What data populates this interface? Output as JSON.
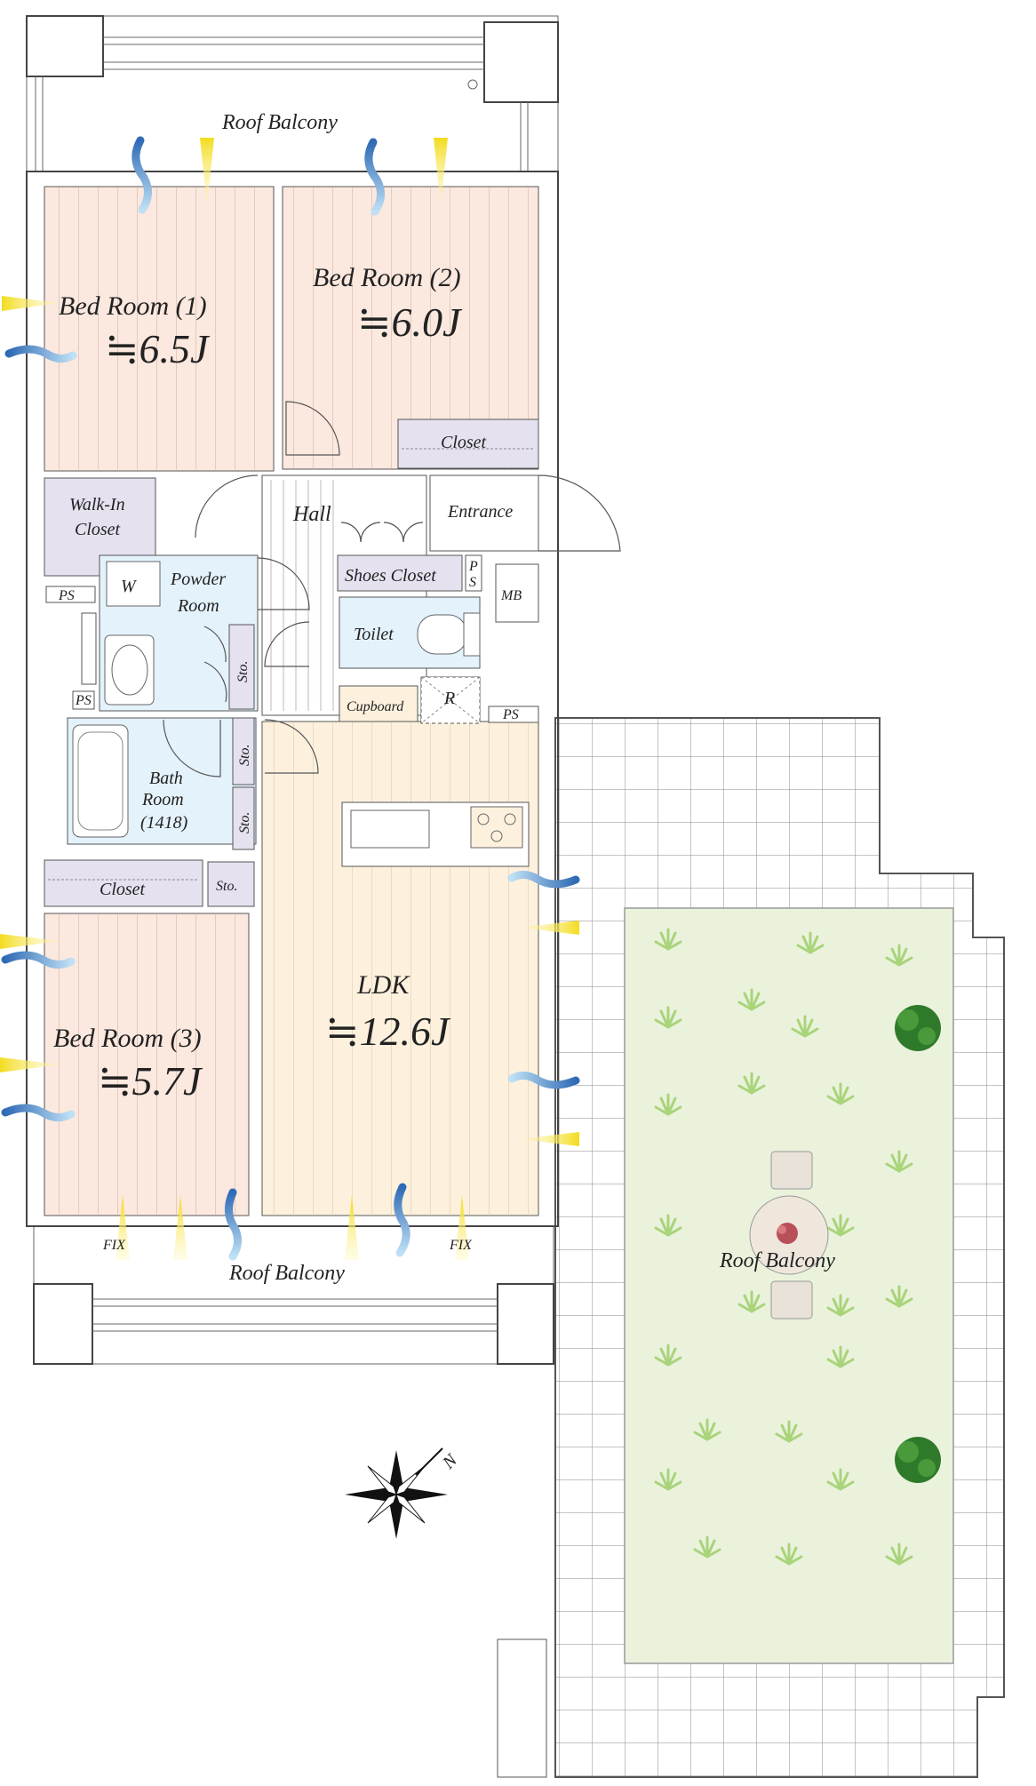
{
  "rooms": {
    "bed1": {
      "name": "Bed Room (1)",
      "size": "≒6.5J"
    },
    "bed2": {
      "name": "Bed Room (2)",
      "size": "≒6.0J"
    },
    "bed3": {
      "name": "Bed Room (3)",
      "size": "≒5.7J"
    },
    "ldk": {
      "name": "LDK",
      "size": "≒12.6J"
    },
    "hall": "Hall",
    "entrance": "Entrance",
    "walk_in_1": "Walk-In",
    "walk_in_2": "Closet",
    "powder_1": "Powder",
    "powder_2": "Room",
    "washer": "W",
    "bath_1": "Bath",
    "bath_2": "Room",
    "bath_3": "(1418)",
    "toilet": "Toilet",
    "shoes_closet": "Shoes Closet",
    "closet_top": "Closet",
    "closet_mid": "Closet",
    "cupboard": "Cupboard",
    "r_mark": "R",
    "mb": "MB",
    "sto": "Sto.",
    "ps": "PS",
    "ps_v1": "P",
    "ps_v2": "S",
    "fix": "FIX"
  },
  "balconies": {
    "top": "Roof Balcony",
    "bottom": "Roof Balcony",
    "garden": "Roof Balcony"
  },
  "compass": {
    "north": "N"
  },
  "colors": {
    "bedroom_floor": "#fbe8de",
    "ldk_floor": "#fdf1de",
    "wet_area": "#e4f2fb",
    "closet": "#e5e1ef",
    "garden": "#eaf2dc",
    "grass": "#a9d47a",
    "light_arrow": "#f3dc1f",
    "wind_arrow": "#2f6bb5"
  }
}
